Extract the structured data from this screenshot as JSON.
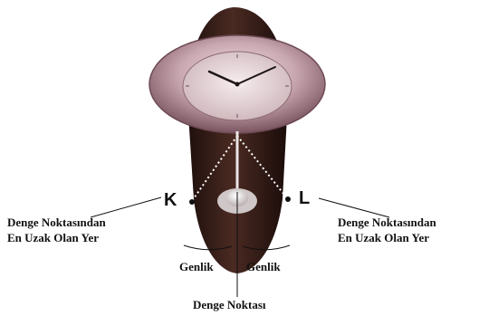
{
  "points": {
    "left": "K",
    "right": "L"
  },
  "labels": {
    "left_far": [
      "Denge Noktasından",
      "En Uzak Olan Yer"
    ],
    "right_far": [
      "Denge Noktasından",
      "En Uzak Olan Yer"
    ],
    "amplitude_left": "Genlik",
    "amplitude_right": "Genlik",
    "equilibrium": "Denge Noktası"
  },
  "colors": {
    "clock_body": "#3a1f1a",
    "clock_rim": "#c9a7b0",
    "clock_face": "#ead9db",
    "pendulum_rod": "#e8e0e0",
    "pendulum_bob": "#d8d0d0"
  }
}
